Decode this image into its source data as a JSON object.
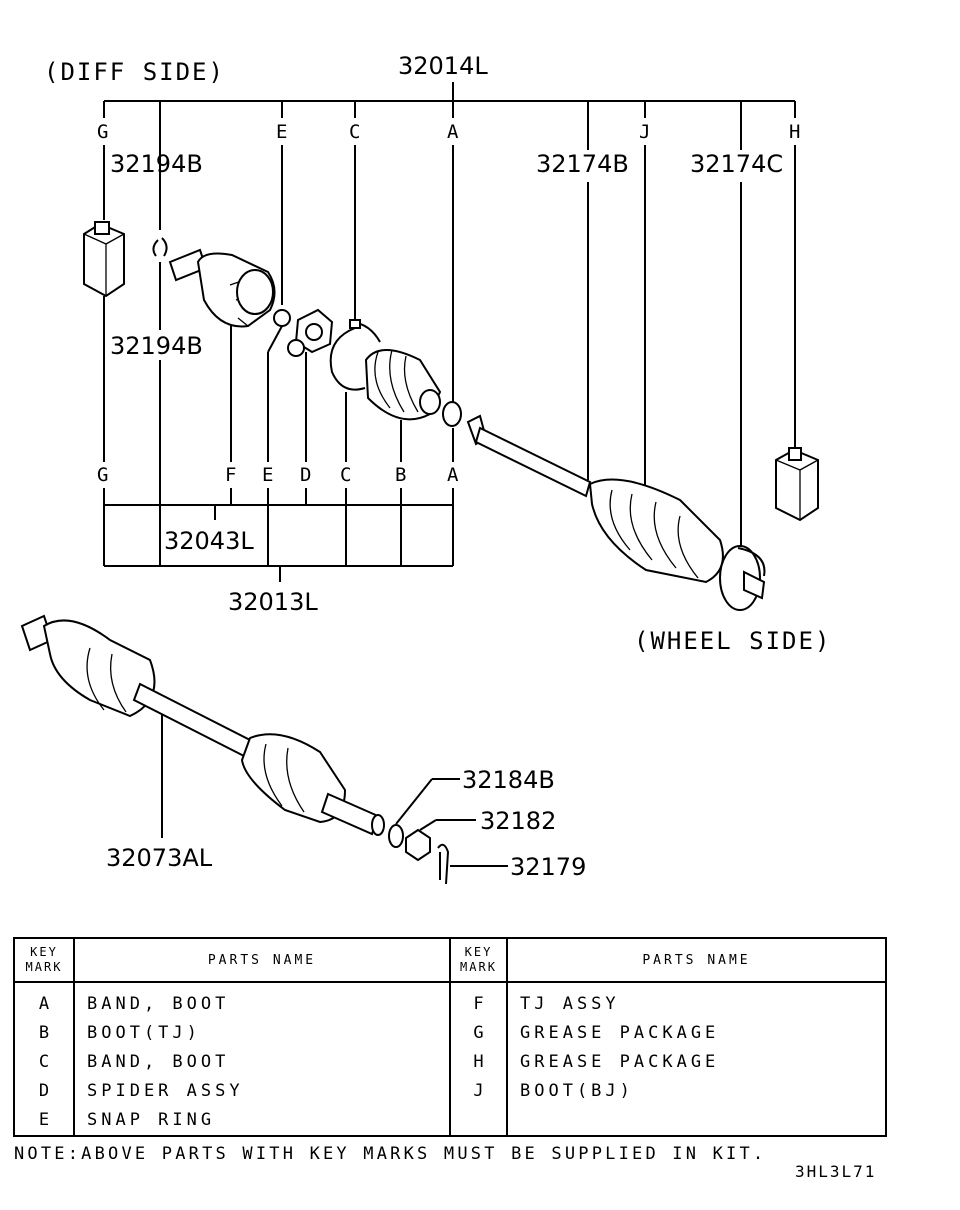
{
  "diagram": {
    "diff_side": "(DIFF SIDE)",
    "wheel_side": "(WHEEL SIDE)",
    "part_numbers": {
      "p32014L": "32014L",
      "p32194B_top": "32194B",
      "p32194B_mid": "32194B",
      "p32174B": "32174B",
      "p32174C": "32174C",
      "p32043L": "32043L",
      "p32013L": "32013L",
      "p32184B": "32184B",
      "p32182": "32182",
      "p32179": "32179",
      "p32073AL": "32073AL"
    },
    "top_marks": {
      "g": "G",
      "e": "E",
      "c": "C",
      "a": "A",
      "j": "J",
      "h": "H"
    },
    "bottom_marks": {
      "g": "G",
      "f": "F",
      "e": "E",
      "d": "D",
      "c": "C",
      "b": "B",
      "a": "A"
    }
  },
  "table": {
    "header_key_line1": "KEY",
    "header_key_line2": "MARK",
    "header_parts_name": "PARTS NAME",
    "left": [
      {
        "mark": "A",
        "name": "BAND, BOOT"
      },
      {
        "mark": "B",
        "name": "BOOT(TJ)"
      },
      {
        "mark": "C",
        "name": "BAND, BOOT"
      },
      {
        "mark": "D",
        "name": "SPIDER ASSY"
      },
      {
        "mark": "E",
        "name": "SNAP RING"
      }
    ],
    "right": [
      {
        "mark": "F",
        "name": "TJ ASSY"
      },
      {
        "mark": "G",
        "name": "GREASE PACKAGE"
      },
      {
        "mark": "H",
        "name": "GREASE PACKAGE"
      },
      {
        "mark": "J",
        "name": "BOOT(BJ)"
      }
    ]
  },
  "note": "NOTE:ABOVE PARTS WITH KEY MARKS MUST BE SUPPLIED IN KIT.",
  "figure_code": "3HL3L71"
}
